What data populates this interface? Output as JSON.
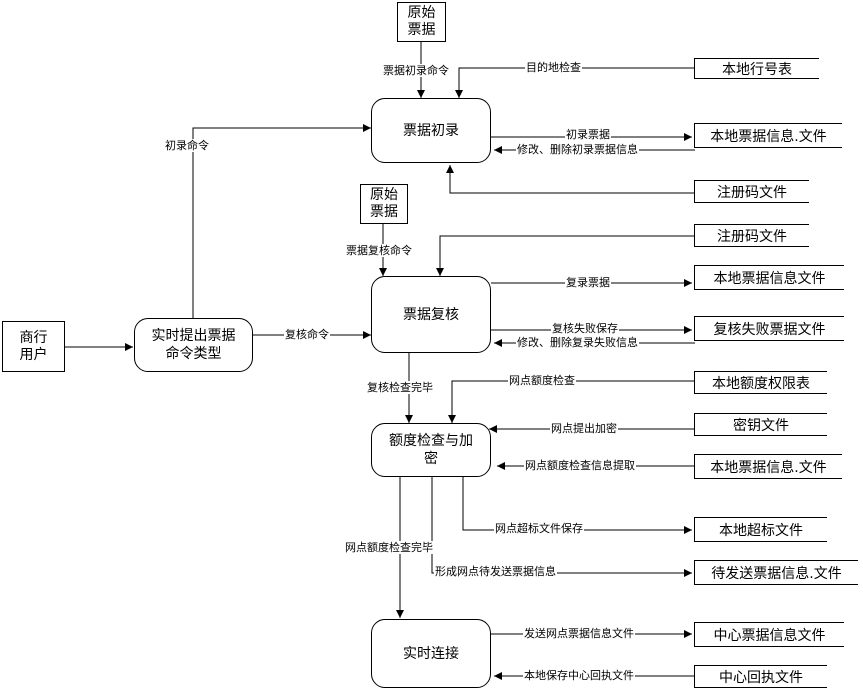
{
  "processes": {
    "initial_entry": "票据初录",
    "review": "票据复核",
    "command_type": "实时提出票据\n命令类型",
    "limit_check": "额度检查与加\n密",
    "realtime_connect": "实时连接"
  },
  "externals": {
    "bank_user": "商行\n用户",
    "original_ticket_1": "原始\n票据",
    "original_ticket_2": "原始\n票据"
  },
  "stores": {
    "local_bank_code": "本地行号表",
    "local_ticket_info_1": "本地票据信息.文件",
    "registration_code_1": "注册码文件",
    "registration_code_2": "注册码文件",
    "local_ticket_info_2": "本地票据信息文件",
    "review_failed": "复核失败票据文件",
    "local_limit_table": "本地额度权限表",
    "key_file": "密钥文件",
    "local_ticket_info_3": "本地票据信息.文件",
    "local_over_limit": "本地超标文件",
    "pending_send": "待发送票据信息.文件",
    "center_ticket_info": "中心票据信息文件",
    "center_receipt": "中心回执文件"
  },
  "flows": {
    "initial_cmd": "初录命令",
    "ticket_initial_cmd": "票据初录命令",
    "destination_check": "目的地检查",
    "initial_ticket": "初录票据",
    "modify_delete_initial": "修改、删除初录票据信息",
    "review_cmd": "复核命令",
    "ticket_review_cmd": "票据复核命令",
    "review_ticket": "复录票据",
    "review_fail_save": "复核失败保存",
    "modify_delete_review": "修改、删除复录失败信息",
    "review_check_done": "复核检查完毕",
    "branch_limit_check": "网点额度检查",
    "branch_encrypt": "网点提出加密",
    "branch_limit_info_fetch": "网点额度检查信息提取",
    "branch_over_limit_save": "网点超标文件保存",
    "branch_limit_done": "网点额度检查完毕",
    "form_pending_info": "形成网点待发送票据信息",
    "send_branch_info": "发送网点票据信息文件",
    "save_center_receipt": "本地保存中心回执文件"
  }
}
